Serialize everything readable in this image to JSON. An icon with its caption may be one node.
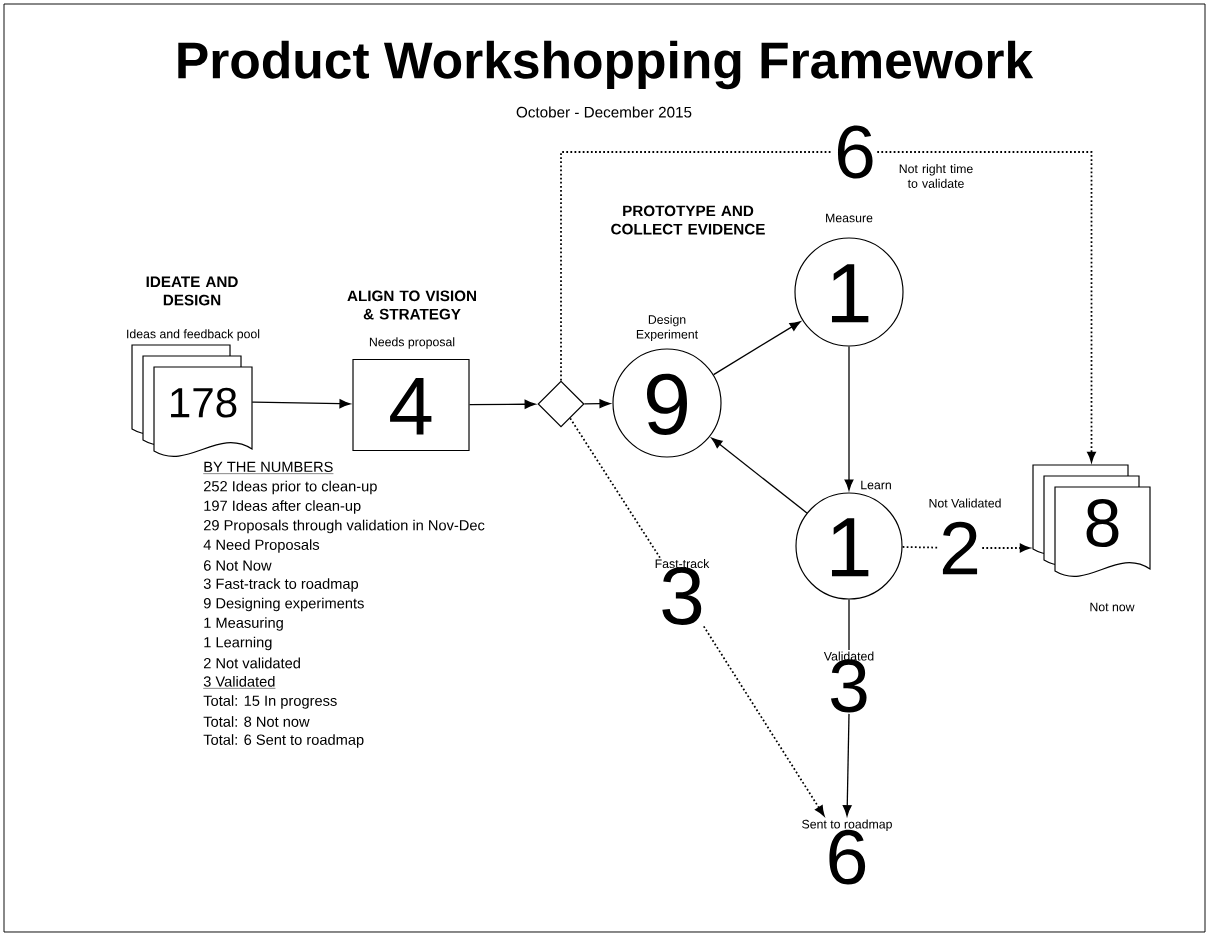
{
  "diagram": {
    "title": "Product Workshopping Framework",
    "nodes": [
      {
        "text": [
          "178"
        ],
        "beside": [
          "IDEATE AND DESIGN",
          "Ideas and feedback pool"
        ]
      },
      {
        "text": [
          "4"
        ],
        "beside": [
          "ALIGN TO VISION & STRATEGY",
          "Needs proposal"
        ]
      },
      {
        "text": [],
        "shape": "diamond"
      },
      {
        "text": [
          "9"
        ],
        "beside": [
          "Design Experiment"
        ]
      },
      {
        "text": [
          "1"
        ],
        "beside": [
          "Measure"
        ]
      },
      {
        "text": [
          "1"
        ],
        "beside": [
          "Learn"
        ]
      },
      {
        "text": [
          "8"
        ],
        "beside": [
          "Not now"
        ]
      },
      {
        "text": [
          "Sent to roadmap",
          "6"
        ]
      },
      {
        "text": [
          "6"
        ],
        "beside": [
          "Not right time to validate"
        ]
      },
      {
        "text": [
          "Fast-track",
          "3"
        ]
      },
      {
        "text": [
          "2"
        ],
        "beside": [
          "Not Validated"
        ]
      },
      {
        "text": [
          "Validated",
          "3"
        ]
      }
    ],
    "edges": [
      {
        "from": 0,
        "to": 1,
        "arrow": "to"
      },
      {
        "from": 1,
        "to": 2,
        "arrow": "to"
      },
      {
        "from": 2,
        "to": 3,
        "arrow": "to"
      },
      {
        "from": 3,
        "to": 4,
        "arrow": "to"
      },
      {
        "from": 4,
        "to": 5,
        "arrow": "to"
      },
      {
        "from": 5,
        "to": 3,
        "arrow": "to"
      },
      {
        "from": 2,
        "to": 8,
        "arrow": "none",
        "style": "dashed"
      },
      {
        "from": 8,
        "to": 6,
        "arrow": "to",
        "style": "dashed"
      },
      {
        "from": 2,
        "to": 9,
        "arrow": "none",
        "style": "dashed"
      },
      {
        "from": 9,
        "to": 7,
        "arrow": "to",
        "style": "dashed"
      },
      {
        "from": 5,
        "to": 10,
        "arrow": "none",
        "style": "dashed"
      },
      {
        "from": 10,
        "to": 6,
        "arrow": "to",
        "style": "dashed"
      },
      {
        "from": 5,
        "to": 11,
        "arrow": "none"
      },
      {
        "from": 11,
        "to": 7,
        "arrow": "to"
      }
    ],
    "labels": [
      "October - December 2015",
      "PROTOTYPE AND COLLECT EVIDENCE",
      "BY THE NUMBERS",
      "252 Ideas prior to clean-up",
      "197 Ideas after clean-up",
      "29 Proposals through validation in Nov-Dec",
      "4 Need Proposals",
      "6 Not Now",
      "3 Fast-track to roadmap",
      "9 Designing experiments",
      "1 Measuring",
      "1 Learning",
      "2 Not validated",
      "3 Validated",
      "Total: 15 In progress",
      "Total: 8 Not now",
      "Total: 6 Sent to roadmap"
    ]
  }
}
